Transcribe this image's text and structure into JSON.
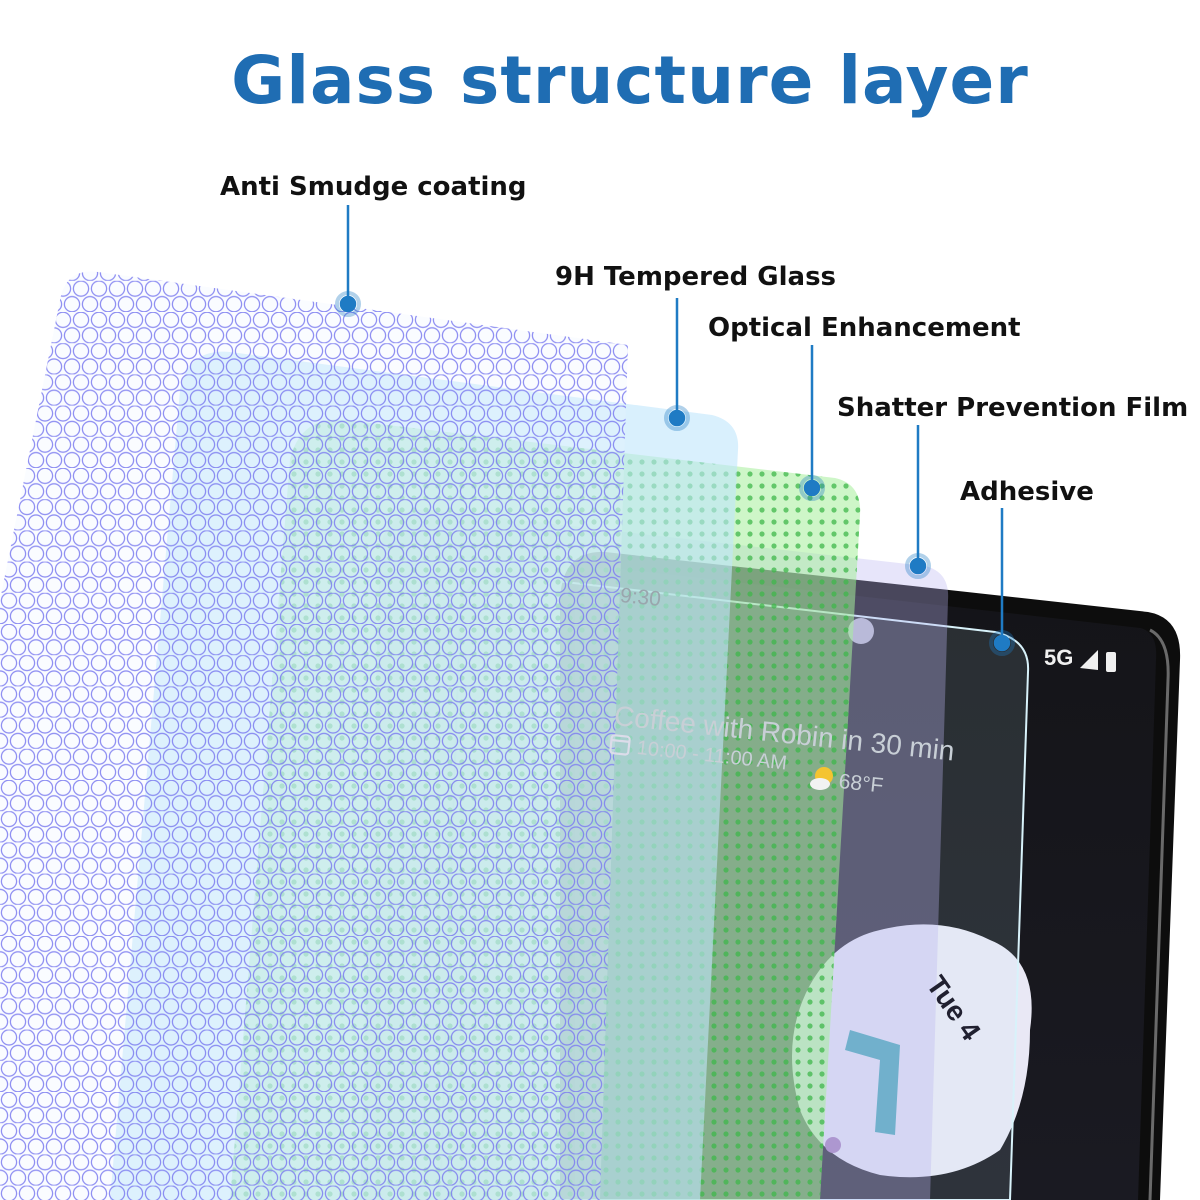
{
  "title": "Glass structure layer",
  "layers": [
    {
      "label": "Anti Smudge coating"
    },
    {
      "label": "9H Tempered Glass"
    },
    {
      "label": "Optical Enhancement"
    },
    {
      "label": "Shatter Prevention Film"
    },
    {
      "label": "Adhesive"
    }
  ],
  "colors": {
    "title": "#1f6db3",
    "leader": "#1f7bc4",
    "hex_pattern": "#7d7df0",
    "tempered_glass": "#bfe6fb",
    "optical": "#a6ee9a",
    "shatter_film": "#b9b4f2",
    "adhesive": "#c8eef6",
    "phone_body": "#141414"
  },
  "phone": {
    "time": "9:30",
    "status": "5G",
    "event": "Coffee with Robin in 30 min",
    "event_time": "10:00 - 11:00 AM",
    "weather": "68°F",
    "clock_date": "Tue 4",
    "clock_digit": "7",
    "icons": [
      "calendar-icon",
      "sun-cloud-icon",
      "signal-icon",
      "battery-icon"
    ]
  }
}
